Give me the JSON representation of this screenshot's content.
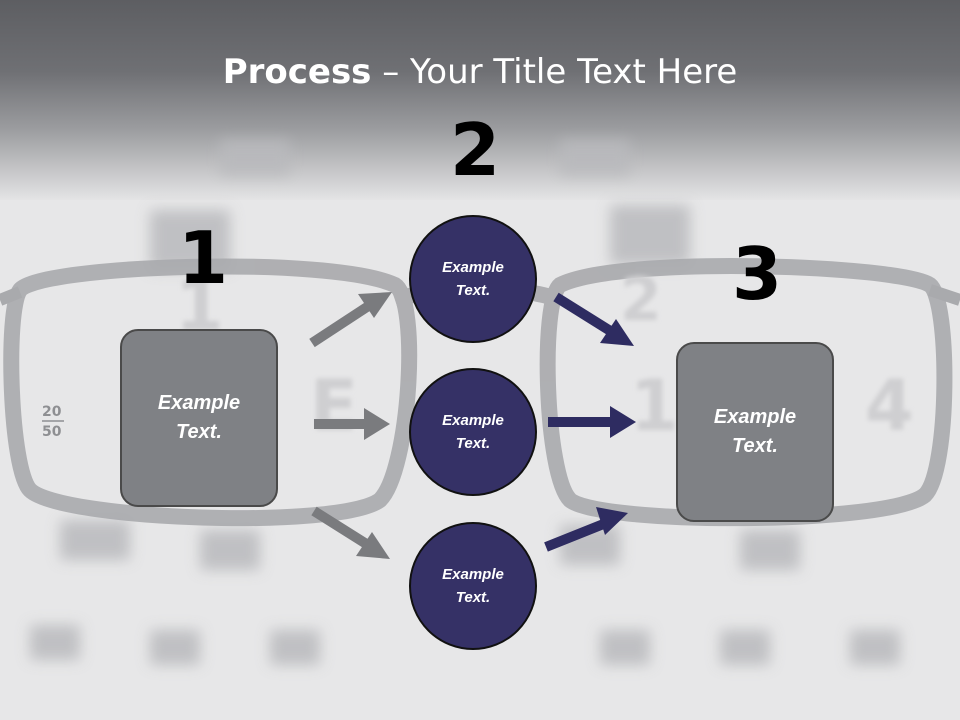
{
  "title": {
    "bold": "Process",
    "rest": " – Your Title Text Here"
  },
  "steps": {
    "one": "1",
    "two": "2",
    "three": "3"
  },
  "left_box": {
    "text": "Example\nText."
  },
  "right_box": {
    "text": "Example\nText."
  },
  "circles": [
    {
      "text": "Example\nText."
    },
    {
      "text": "Example\nText."
    },
    {
      "text": "Example\nText."
    }
  ],
  "background_chart": {
    "ratio_top": "20",
    "ratio_bottom": "50"
  },
  "colors": {
    "circle": "#353166",
    "box": "#7f8185",
    "arrow_gray": "#7a7b7e",
    "arrow_navy": "#2e2c61"
  }
}
